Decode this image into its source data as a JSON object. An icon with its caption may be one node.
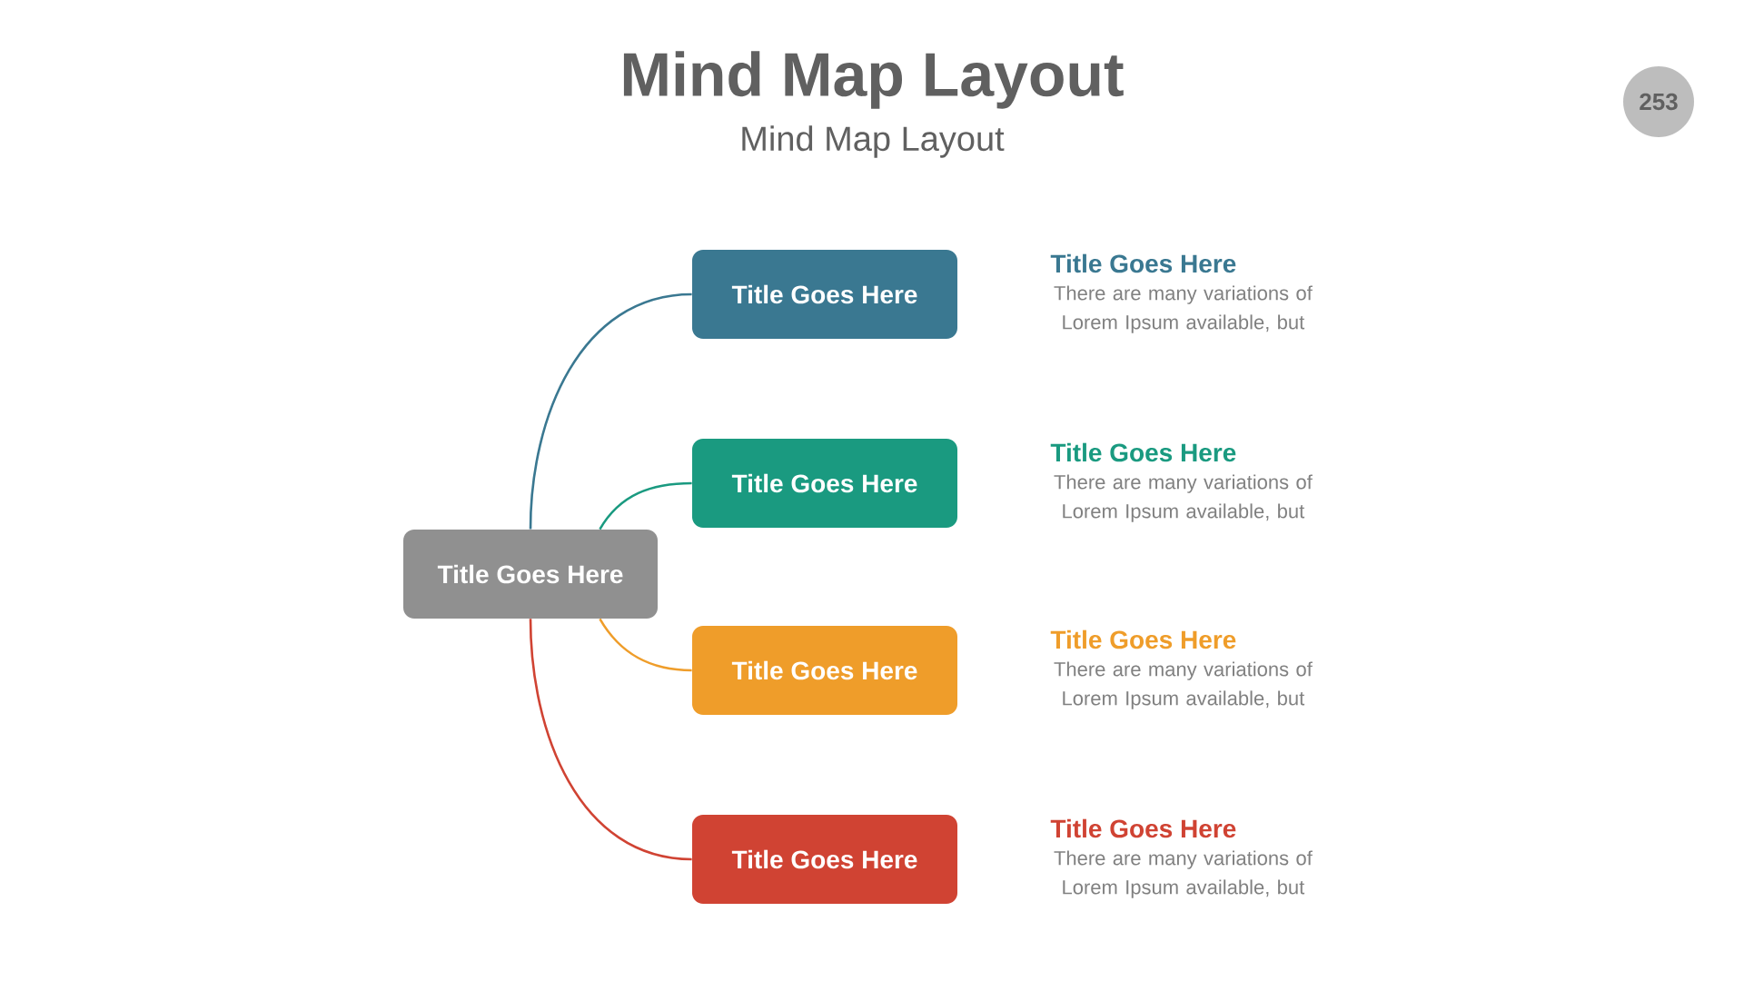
{
  "diagram": {
    "title": "Mind Map Layout",
    "nodes": [
      {
        "text": [
          "Title Goes Here"
        ]
      },
      {
        "text": [
          "Title Goes Here"
        ]
      },
      {
        "text": [
          "Title Goes Here"
        ]
      },
      {
        "text": [
          "Title Goes Here"
        ]
      },
      {
        "text": [
          "Title Goes Here"
        ]
      },
      {
        "text": [
          "253"
        ]
      }
    ],
    "edges": [
      {
        "from": 0,
        "to": 1,
        "arrow": "none",
        "color": "#3a7891"
      },
      {
        "from": 0,
        "to": 2,
        "arrow": "none",
        "color": "#1a9a80"
      },
      {
        "from": 0,
        "to": 3,
        "arrow": "none",
        "color": "#ef9d2a"
      },
      {
        "from": 0,
        "to": 4,
        "arrow": "none",
        "color": "#d04333"
      }
    ],
    "labels": [
      "Mind Map Layout",
      "Title Goes Here",
      "There are many variations of Lorem Ipsum available, but",
      "Title Goes Here",
      "There are many variations of Lorem Ipsum available, but",
      "Title Goes Here",
      "There are many variations of Lorem Ipsum available, but",
      "Title Goes Here",
      "There are many variations of Lorem Ipsum available, but"
    ]
  }
}
